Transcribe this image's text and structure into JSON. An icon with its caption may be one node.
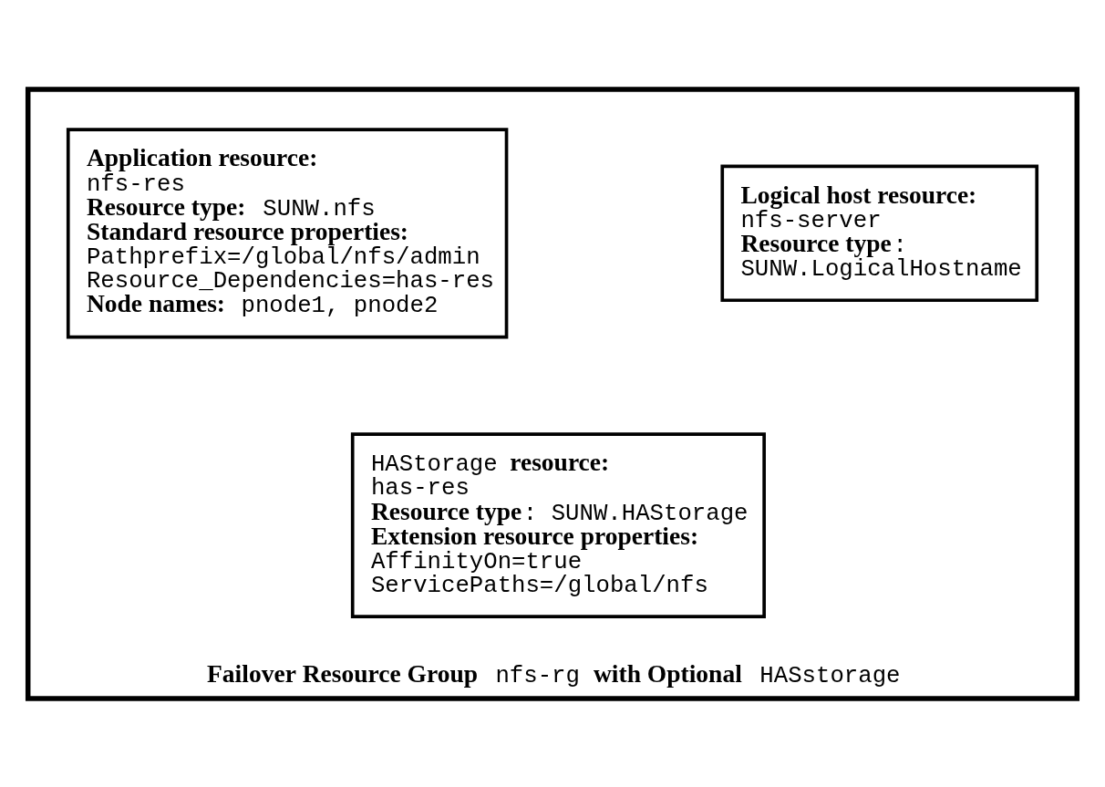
{
  "diagram": {
    "nodes": [
      {
        "text": [
          "**Failover Resource Group** nfs-rg **with Optional** HASstorage"
        ]
      },
      {
        "text": [
          "**Application resource:**",
          "nfs-res",
          "**Resource type:** SUNW.nfs",
          "**Standard resource properties:**",
          "Pathprefix=/global/nfs/admin",
          "Resource_Dependencies=has-res",
          "**Node names:** pnode1, pnode2"
        ],
        "in": 0
      },
      {
        "text": [
          "**Logical host resource:**",
          "nfs-server",
          "**Resource type**:",
          "SUNW.LogicalHostname"
        ],
        "in": 0
      },
      {
        "text": [
          "HAStorage **resource:**",
          "has-res",
          "**Resource type**: SUNW.HAStorage",
          "**Extension resource properties:**",
          "AffinityOn=true",
          "ServicePaths=/global/nfs"
        ],
        "in": 0
      }
    ],
    "edges": []
  }
}
